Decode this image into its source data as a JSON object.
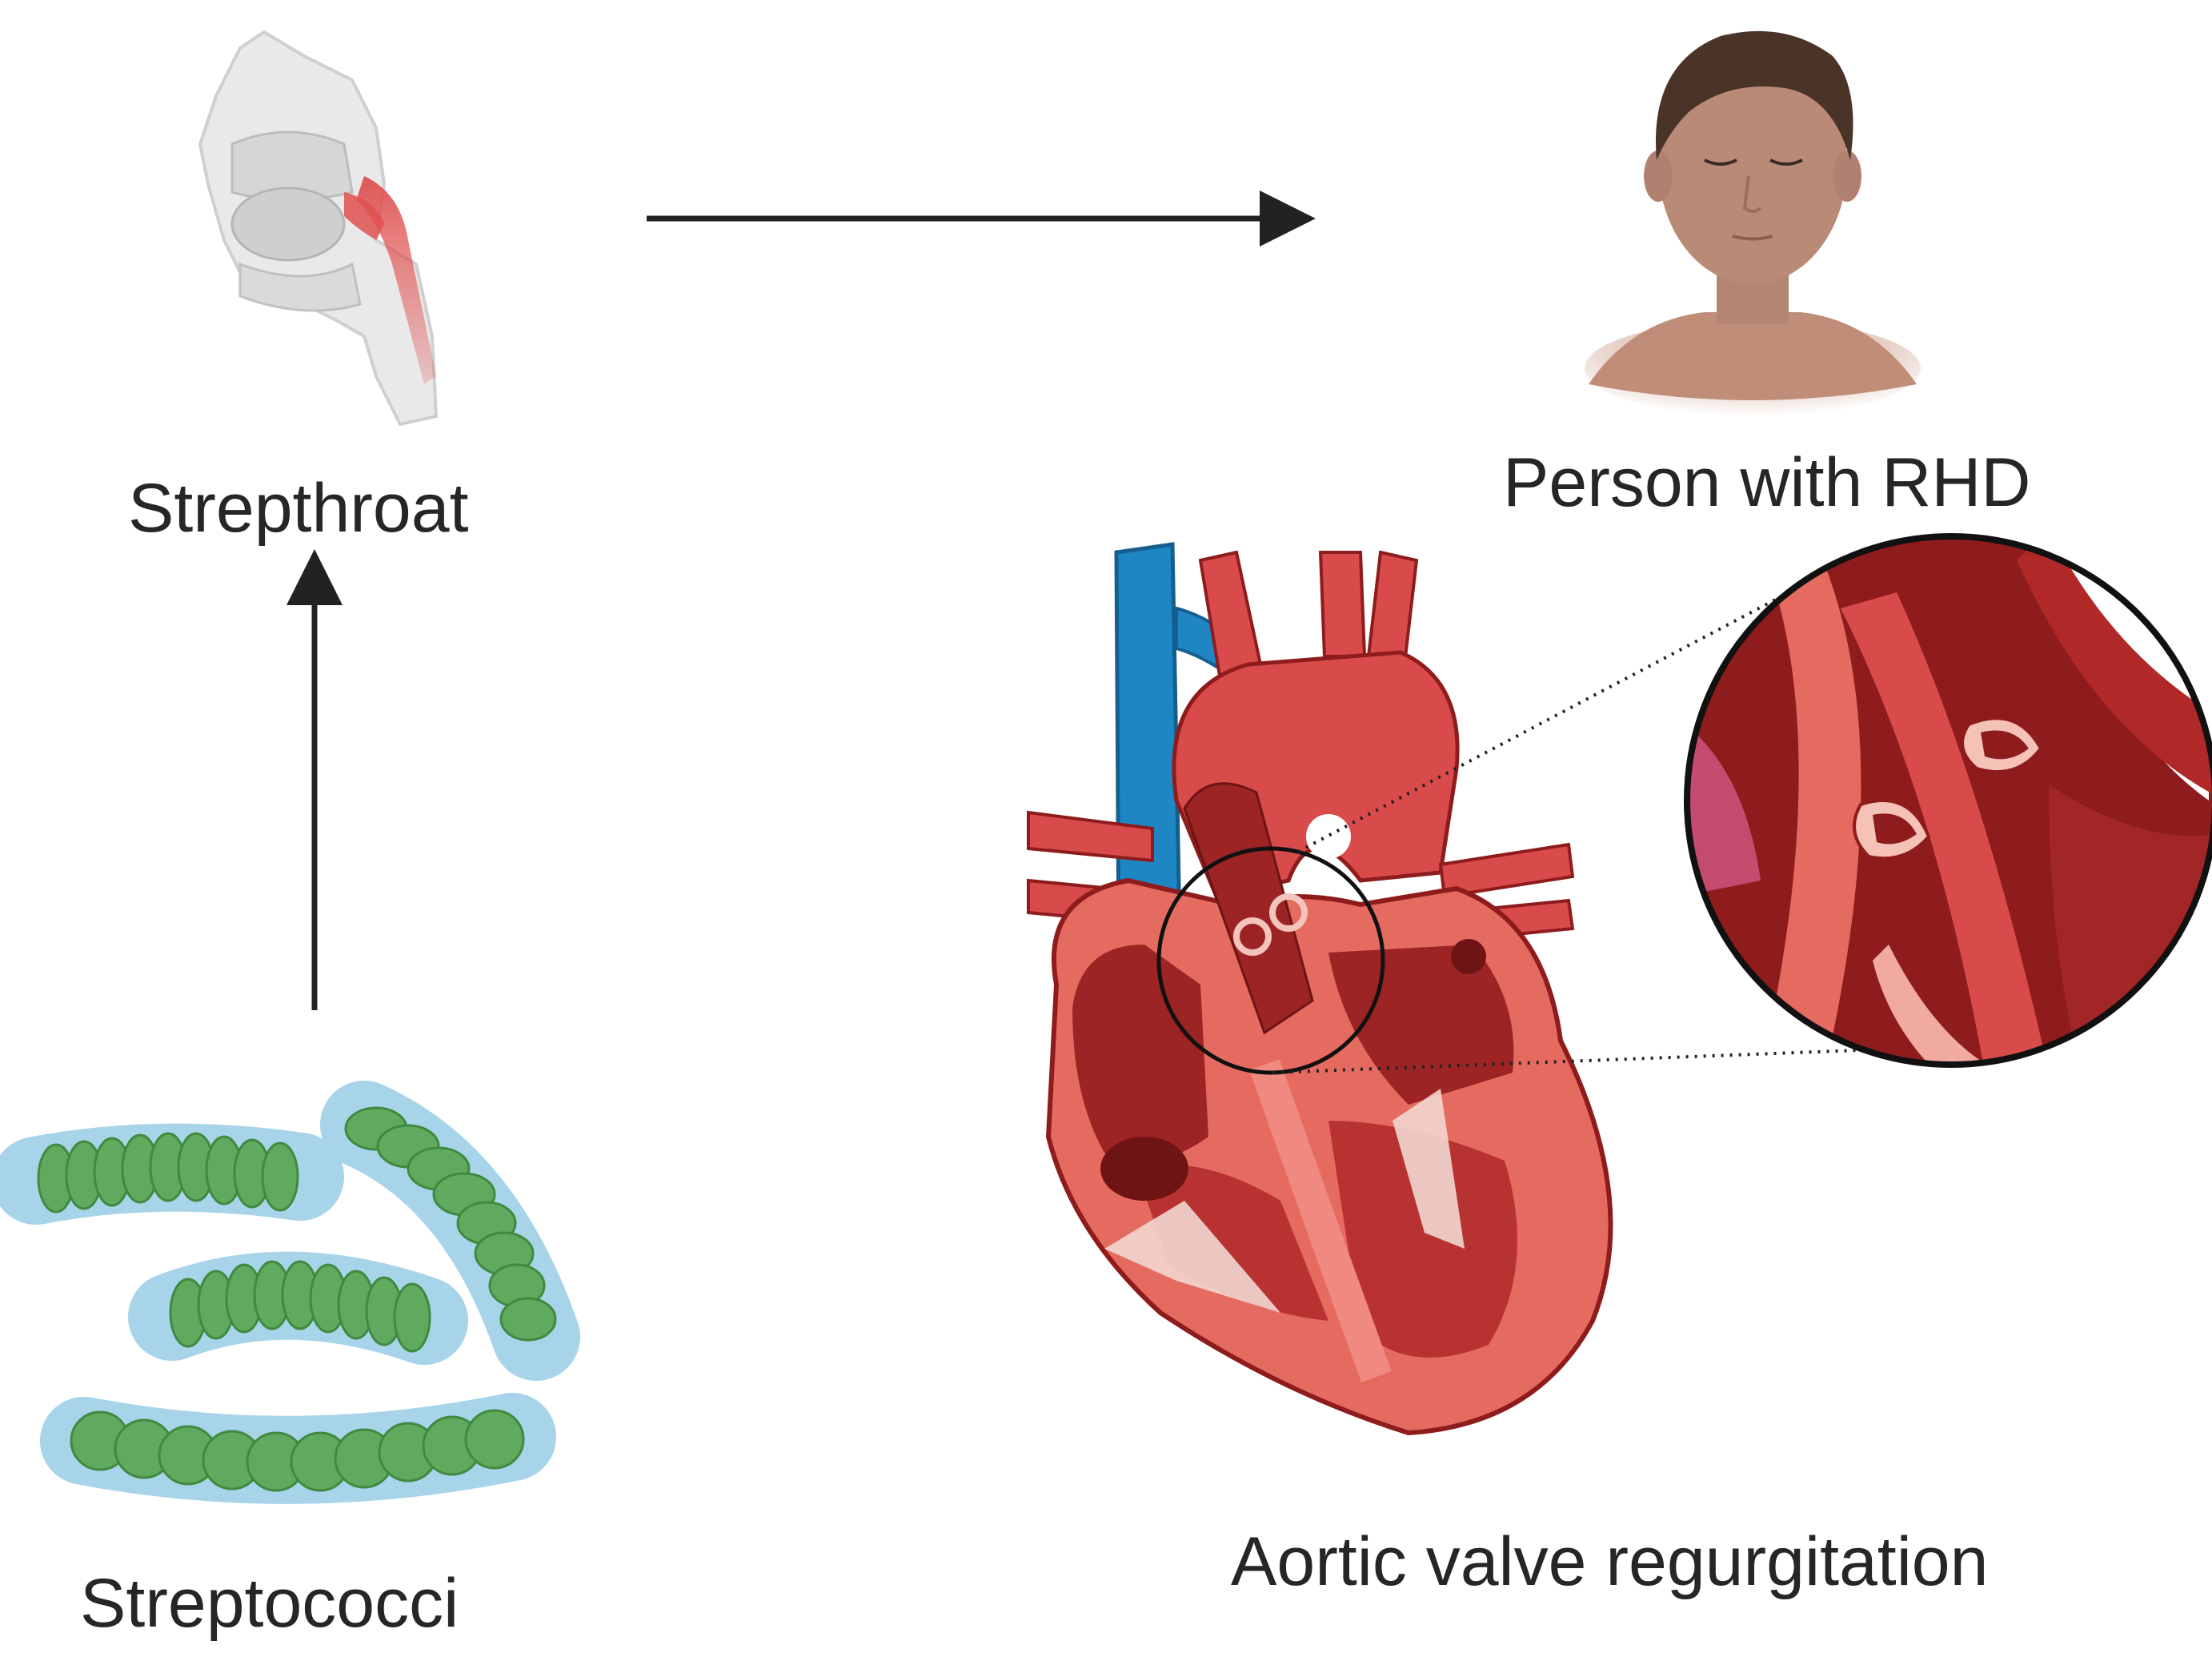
{
  "labels": {
    "strepthroat": "Strepthroat",
    "person": "Person with RHD",
    "streptococci": "Streptococci",
    "aortic": "Aortic valve regurgitation"
  },
  "icons": {
    "throat": "throat-anatomy-icon",
    "person": "person-head-icon",
    "bacteria": "streptococci-chains-icon",
    "heart": "heart-cross-section-icon",
    "magnifier": "valve-magnifier-icon"
  },
  "colors": {
    "arrow": "#222222",
    "bacteria_fill": "#5faa5f",
    "bacteria_halo": "#a8d4ea",
    "heart_red": "#d94a4a",
    "heart_dark": "#8e1c1c",
    "vein_blue": "#1f86c4",
    "skin": "#b98a76",
    "hair": "#4a3327",
    "throat_red": "#e05050"
  }
}
